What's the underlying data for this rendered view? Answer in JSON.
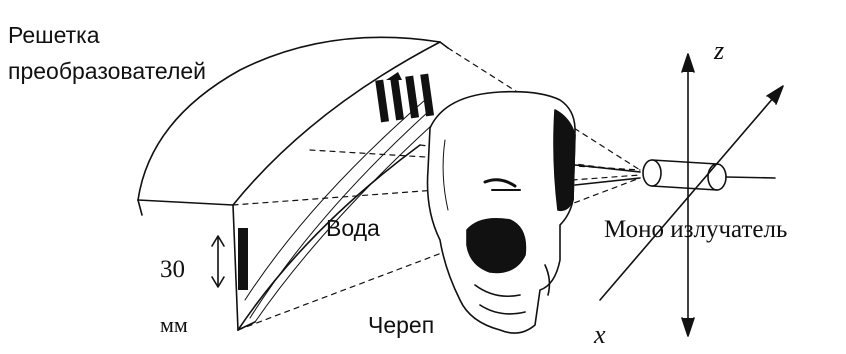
{
  "labels": {
    "array_line1": "Решетка",
    "array_line2": "преобразователей",
    "water": "Вода",
    "skull": "Череп",
    "mono_emitter": "Моно излучатель",
    "dim_value": "30",
    "dim_unit": "мм",
    "axis_z": "z",
    "axis_x": "x"
  },
  "colors": {
    "ink": "#111111",
    "background": "#ffffff"
  },
  "icons": [
    "skull-icon",
    "cylinder-emitter-icon",
    "double-arrow-icon"
  ]
}
